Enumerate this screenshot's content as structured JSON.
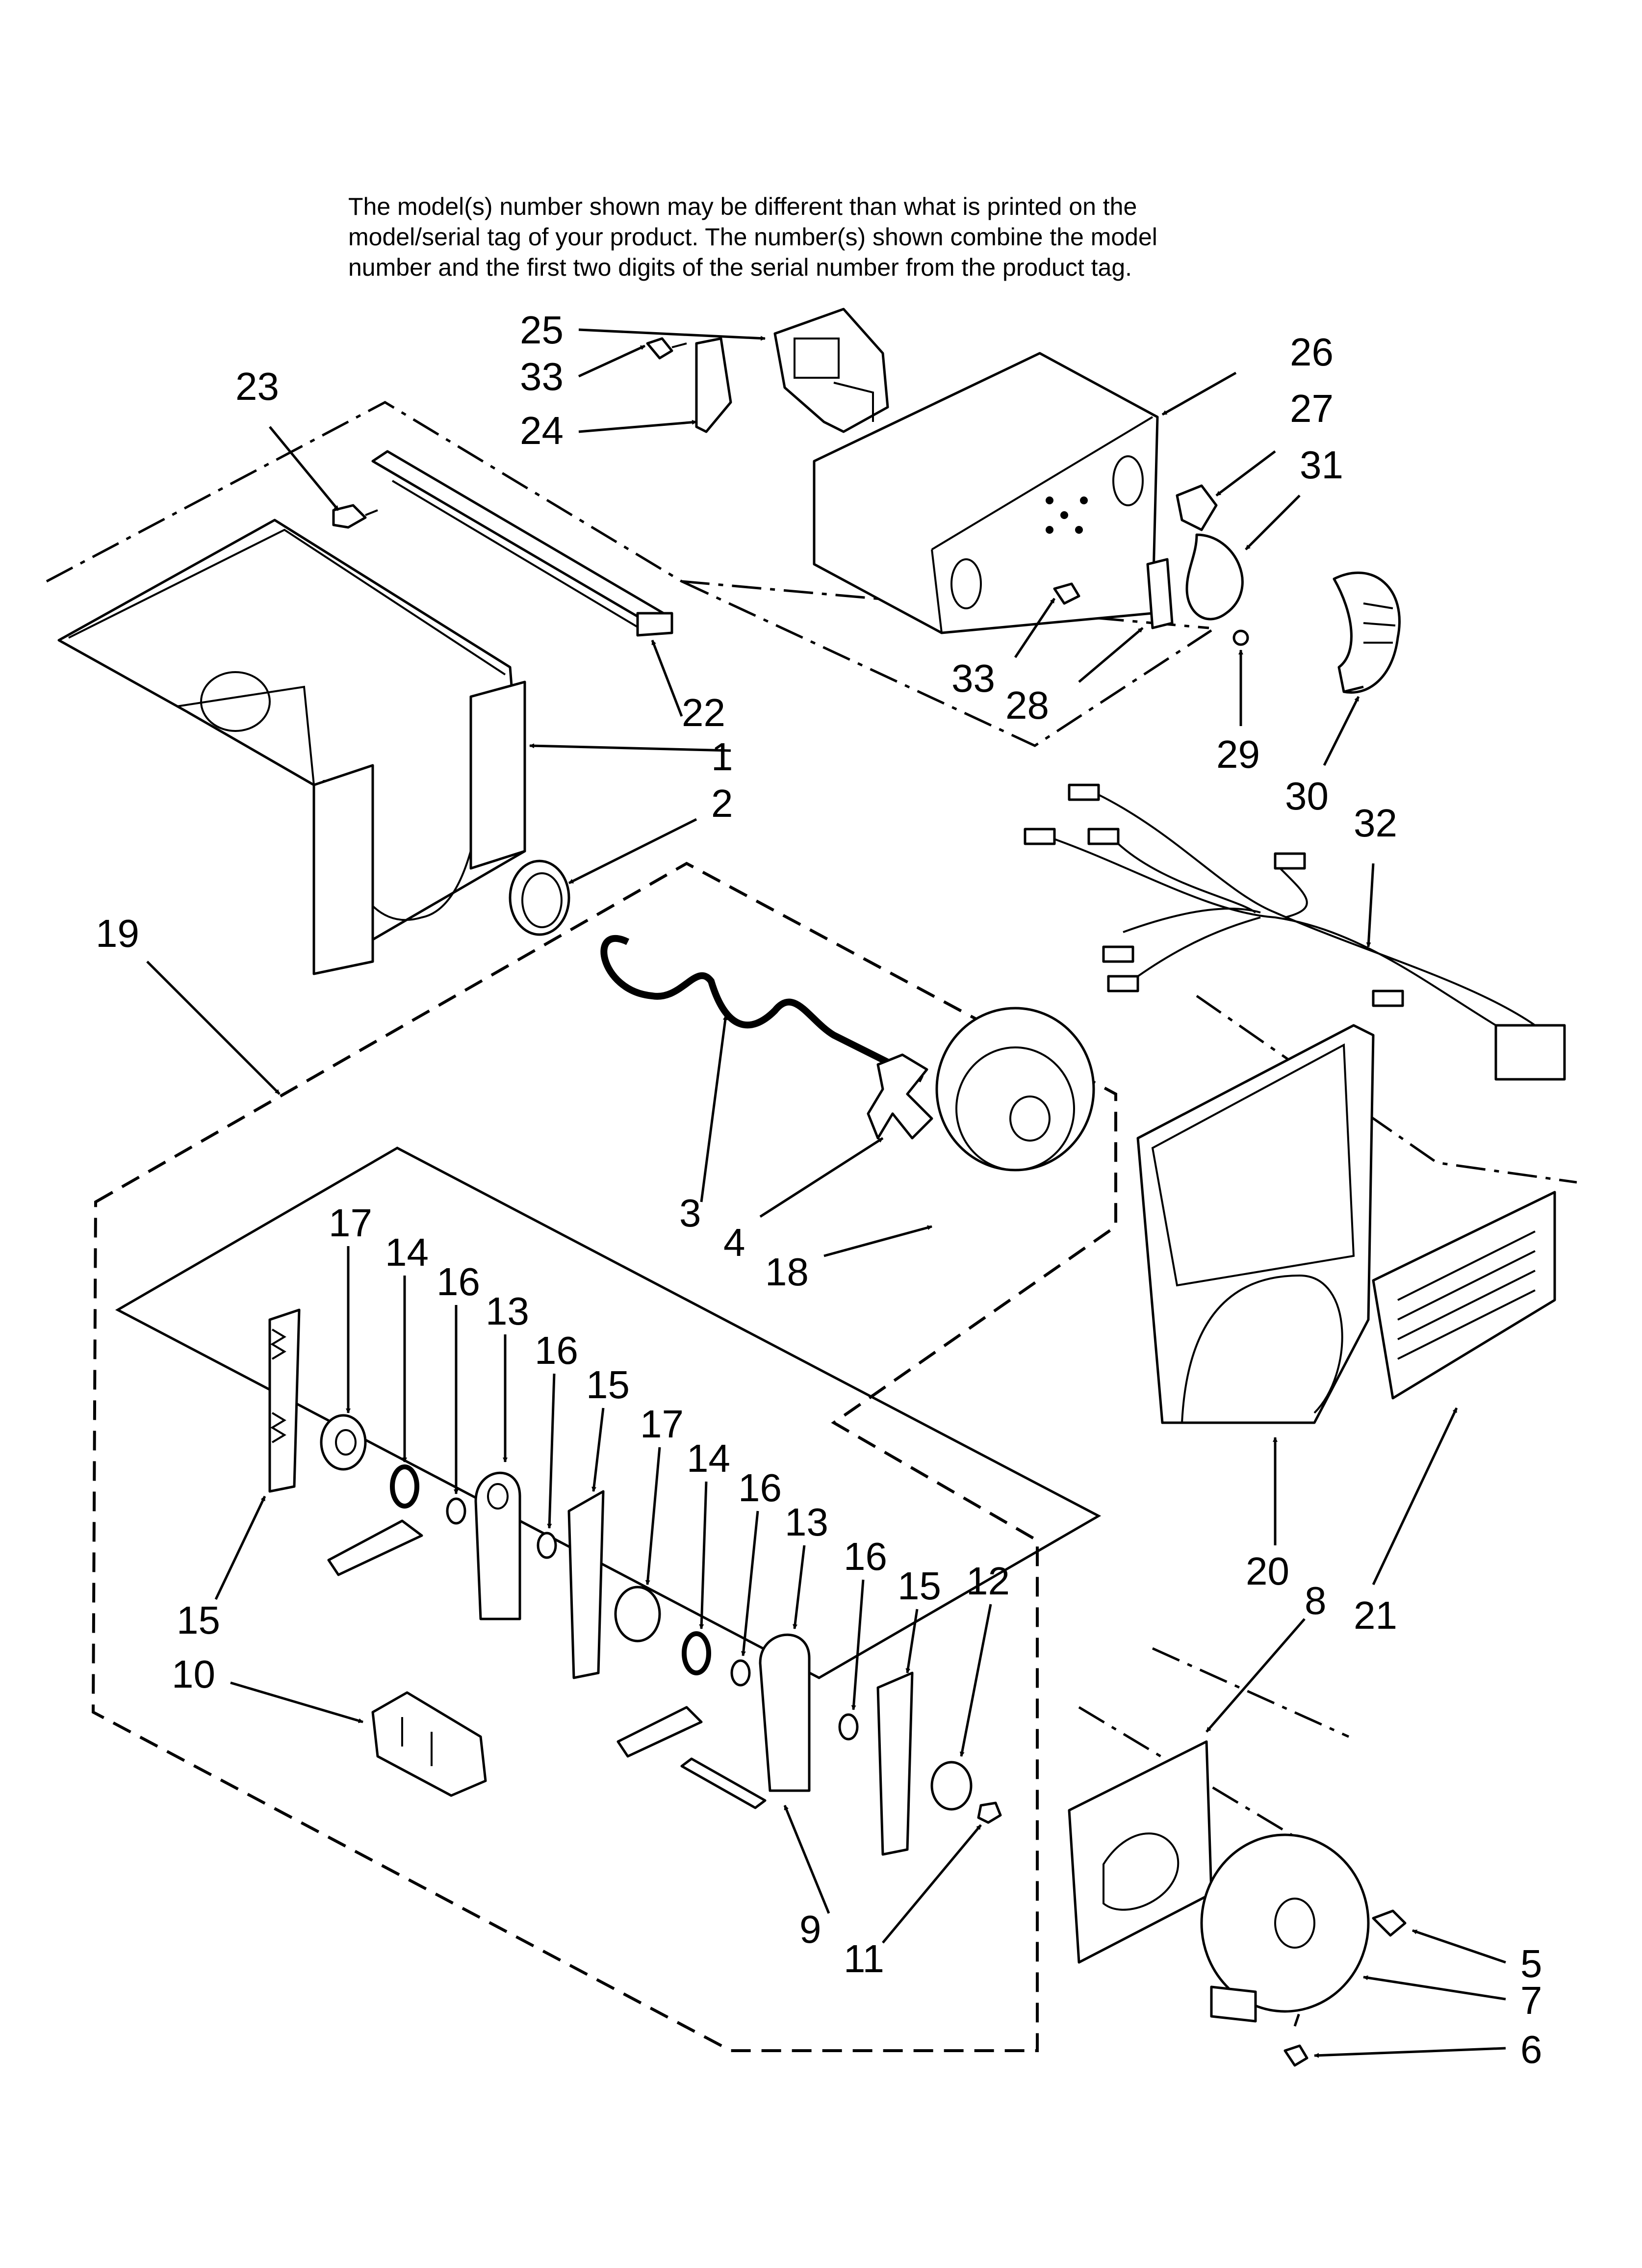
{
  "note_lines": [
    "The model(s) number shown may be different than what is printed on the",
    "model/serial tag of your product. The number(s) shown combine the model",
    "number and the first two digits of the serial number from the product tag."
  ],
  "callouts": {
    "c1": "1",
    "c2": "2",
    "c3": "3",
    "c4": "4",
    "c5": "5",
    "c6": "6",
    "c7": "7",
    "c8": "8",
    "c9": "9",
    "c10": "10",
    "c11": "11",
    "c12": "12",
    "c13a": "13",
    "c13b": "13",
    "c14a": "14",
    "c14b": "14",
    "c15a": "15",
    "c15b": "15",
    "c15c": "15",
    "c16a": "16",
    "c16b": "16",
    "c16c": "16",
    "c16d": "16",
    "c17a": "17",
    "c17b": "17",
    "c18": "18",
    "c19": "19",
    "c20": "20",
    "c21": "21",
    "c22": "22",
    "c23": "23",
    "c24": "24",
    "c25": "25",
    "c26": "26",
    "c27": "27",
    "c28": "28",
    "c29": "29",
    "c30": "30",
    "c31": "31",
    "c32": "32",
    "c33a": "33",
    "c33b": "33"
  }
}
